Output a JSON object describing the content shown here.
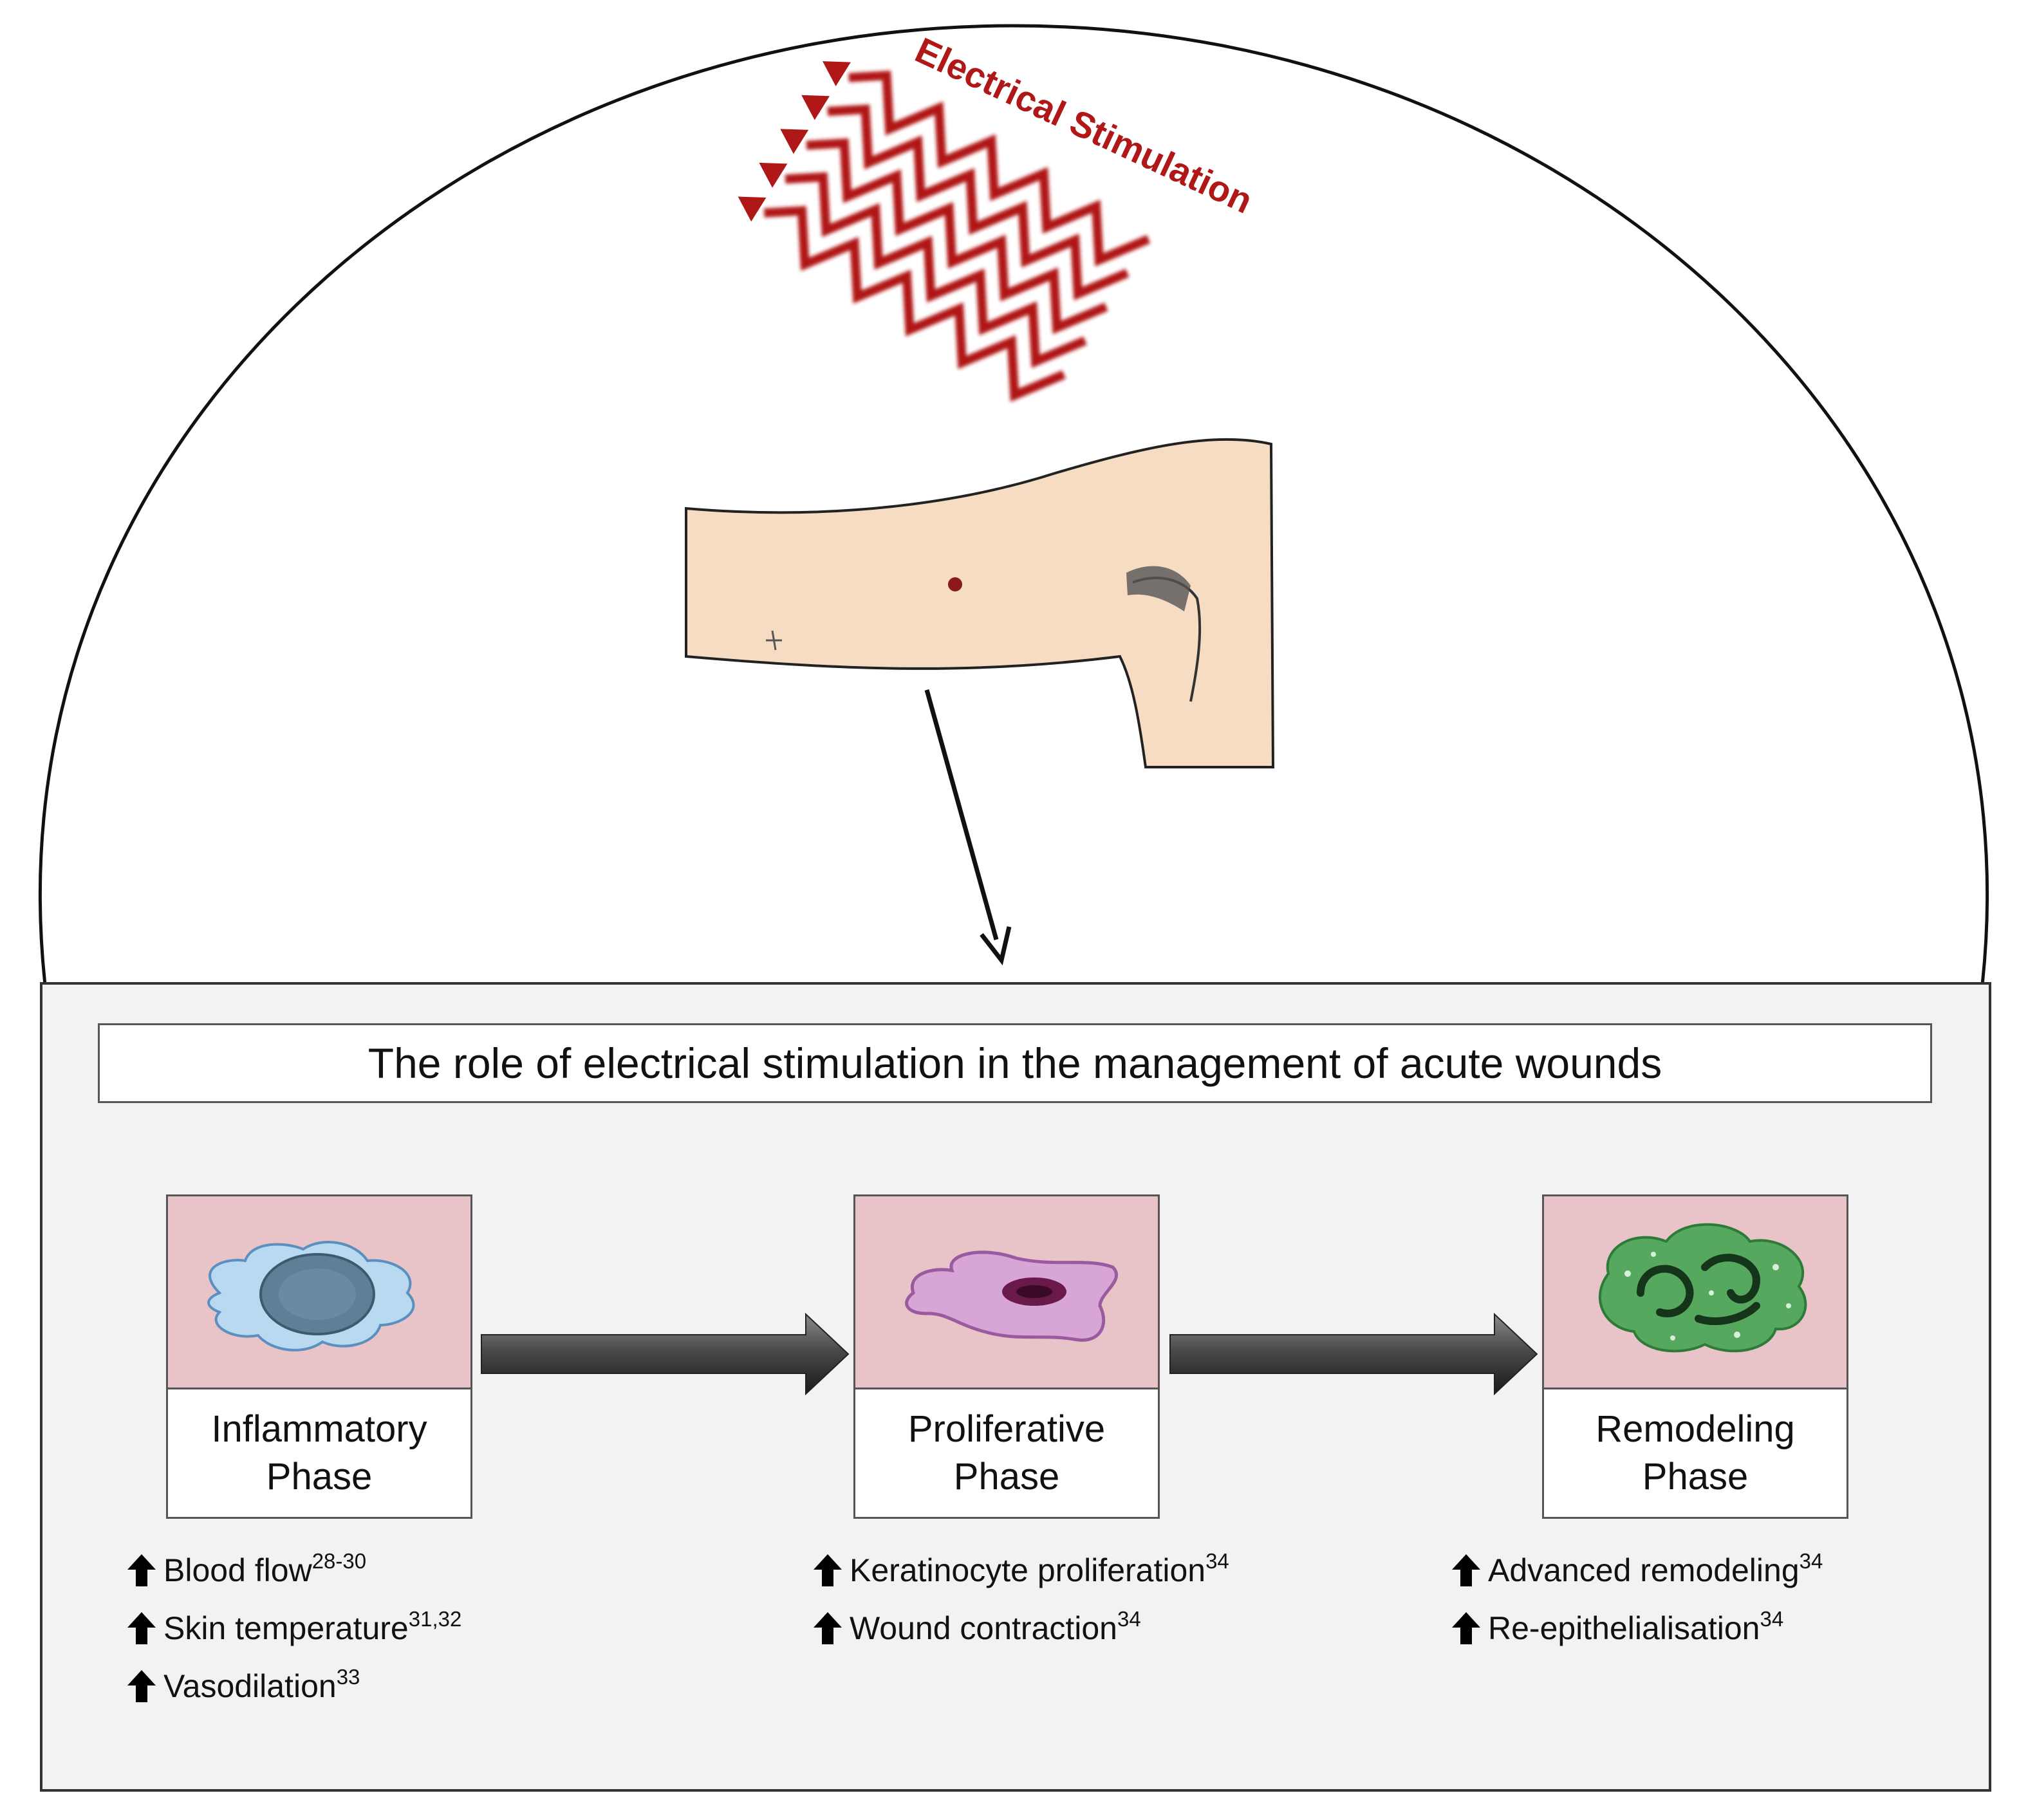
{
  "stimulus_label": "Electrical Stimulation",
  "title": "The role of electrical stimulation in the management of acute wounds",
  "phases": [
    {
      "name_line1": "Inflammatory",
      "name_line2": "Phase",
      "cell_icon": "inflammatory-cell-icon",
      "effects": [
        {
          "text": "Blood flow",
          "ref": "28-30"
        },
        {
          "text": "Skin temperature",
          "ref": "31,32"
        },
        {
          "text": "Vasodilation",
          "ref": "33"
        }
      ]
    },
    {
      "name_line1": "Proliferative",
      "name_line2": "Phase",
      "cell_icon": "fibroblast-cell-icon",
      "effects": [
        {
          "text": "Keratinocyte proliferation",
          "ref": "34"
        },
        {
          "text": "Wound contraction",
          "ref": "34"
        }
      ]
    },
    {
      "name_line1": "Remodeling",
      "name_line2": "Phase",
      "cell_icon": "remodeling-cell-icon",
      "effects": [
        {
          "text": "Advanced remodeling",
          "ref": "34"
        },
        {
          "text": "Re-epithelialisation",
          "ref": "34"
        }
      ]
    }
  ],
  "colors": {
    "stimulus_red": "#b01818",
    "cell_background": "#e8c4c8",
    "skin": "#f6dcc2",
    "panel_background": "#f2f2f2"
  }
}
